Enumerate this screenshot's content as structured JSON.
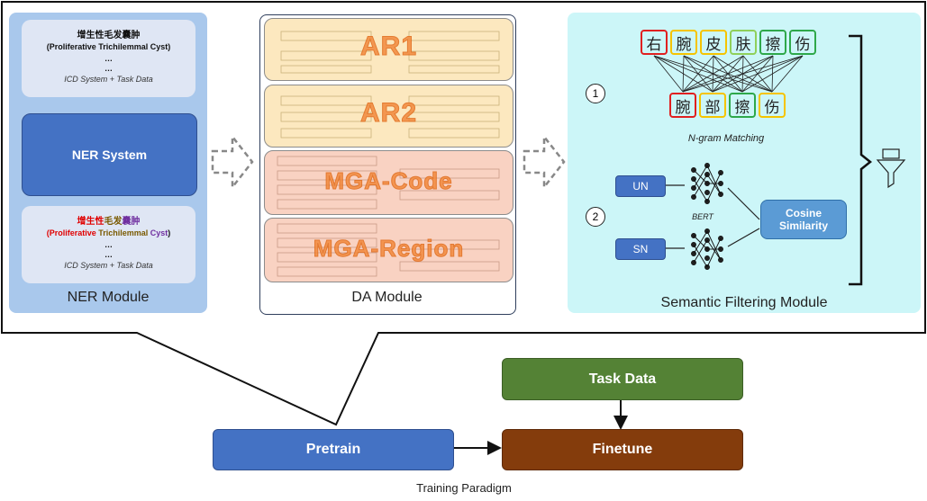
{
  "ner_module": {
    "label": "NER Module",
    "top_card": {
      "chinese": "增生性毛发囊肿",
      "english": "(Proliferative Trichilemmal Cyst)",
      "ellipsis1": "…",
      "ellipsis2": "…",
      "footer": "ICD System + Task Data"
    },
    "system": "NER System",
    "bottom_card": {
      "chinese_a": "增生性",
      "chinese_b": "毛发",
      "chinese_c": "囊肿",
      "english_a": "(Proliferative ",
      "english_b": "Trichilemmal ",
      "english_c": "Cyst",
      "english_d": ")",
      "ellipsis1": "…",
      "ellipsis2": "…",
      "footer": "ICD System + Task Data"
    }
  },
  "da_module": {
    "label": "DA Module",
    "cards": [
      "AR1",
      "AR2",
      "MGA-Code",
      "MGA-Region"
    ]
  },
  "semantic_module": {
    "label": "Semantic Filtering Module",
    "top_chars": [
      "右",
      "腕",
      "皮",
      "肤",
      "擦",
      "伤"
    ],
    "bottom_chars": [
      "腕",
      "部",
      "擦",
      "伤"
    ],
    "ngram_label": "N-gram Matching",
    "step1": "1",
    "step2": "2",
    "un": "UN",
    "sn": "SN",
    "bert": "BERT",
    "cosine": "Cosine Similarity"
  },
  "training": {
    "task_data": "Task Data",
    "pretrain": "Pretrain",
    "finetune": "Finetune",
    "caption": "Training Paradigm"
  },
  "colors": {
    "ner_panel": "#a9c8ec",
    "ner_system": "#4472c4",
    "semantic_panel": "#ccf6f8",
    "task_data": "#548235",
    "pretrain": "#4472c4",
    "finetune": "#843c0c",
    "ar_card": "#fce8bf",
    "mga_card": "#f9d2c2"
  }
}
